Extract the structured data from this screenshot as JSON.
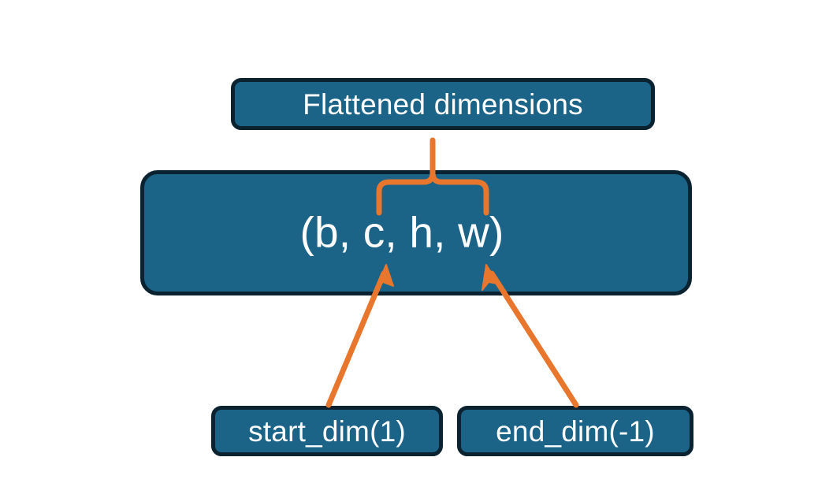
{
  "diagram": {
    "title_node": {
      "label": "Flattened dimensions",
      "name": "flattened-dimensions-box"
    },
    "shape_node": {
      "label": "(b, c, h, w)",
      "name": "tensor-shape-box"
    },
    "param_nodes": [
      {
        "label": "start_dim(1)",
        "name": "start-dim-box"
      },
      {
        "label": "end_dim(-1)",
        "name": "end-dim-box"
      }
    ],
    "connectors": [
      {
        "name": "brace-to-flattened",
        "kind": "curly-brace",
        "from": "tensor-shape-box",
        "to": "flattened-dimensions-box"
      },
      {
        "name": "arrow-start-dim",
        "kind": "arrow",
        "from": "start-dim-box",
        "to": "tensor-shape-box"
      },
      {
        "name": "arrow-end-dim",
        "kind": "arrow",
        "from": "end-dim-box",
        "to": "tensor-shape-box"
      }
    ],
    "colors": {
      "box_fill": "#1b6488",
      "box_border": "#0b2230",
      "box_text": "#ffffff",
      "connector": "#e8762c",
      "background": "#ffffff"
    }
  }
}
